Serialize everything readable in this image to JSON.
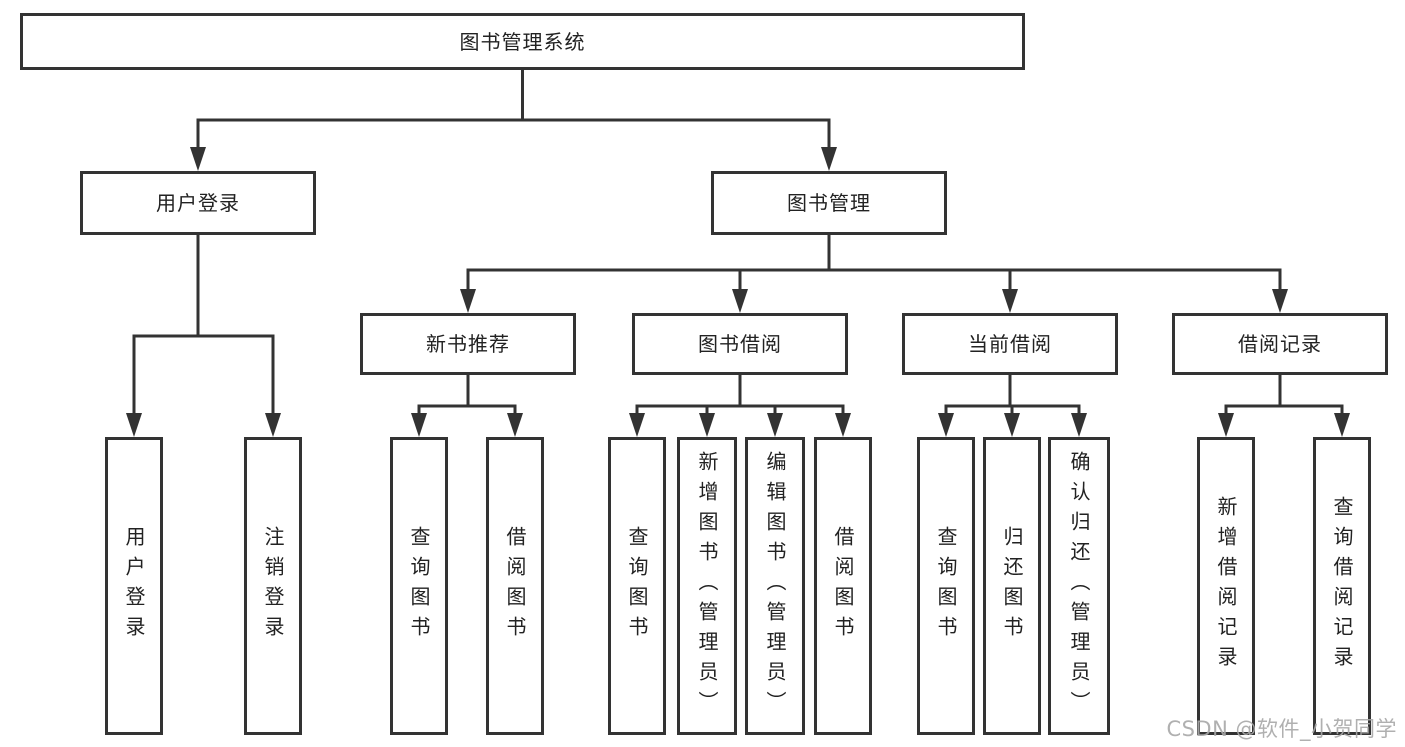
{
  "page": {
    "background": "#ffffff"
  },
  "diagram": {
    "title": "图书管理系统",
    "nodes": {
      "root": "图书管理系统",
      "login": "用户登录",
      "mgmt": "图书管理",
      "login_user": "用户登录",
      "login_logout": "注销登录",
      "rec": "新书推荐",
      "borrow": "图书借阅",
      "current": "当前借阅",
      "records": "借阅记录",
      "rec_query": "查询图书",
      "rec_borrow": "借阅图书",
      "borrow_query": "查询图书",
      "borrow_add": "新增图书（管理员）",
      "borrow_edit": "编辑图书（管理员）",
      "borrow_borrow": "借阅图书",
      "cur_query": "查询图书",
      "cur_return": "归还图书",
      "cur_confirm": "确认归还（管理员）",
      "rec_add_record": "新增借阅记录",
      "rec_query_record": "查询借阅记录"
    },
    "hierarchy": {
      "图书管理系统": {
        "用户登录": [
          "用户登录",
          "注销登录"
        ],
        "图书管理": {
          "新书推荐": [
            "查询图书",
            "借阅图书"
          ],
          "图书借阅": [
            "查询图书",
            "新增图书（管理员）",
            "编辑图书（管理员）",
            "借阅图书"
          ],
          "当前借阅": [
            "查询图书",
            "归还图书",
            "确认归还（管理员）"
          ],
          "借阅记录": [
            "新增借阅记录",
            "查询借阅记录"
          ]
        }
      }
    },
    "colors": {
      "line": "#333333",
      "box_border": "#333333",
      "box_fill": "#ffffff",
      "text": "#222222"
    }
  },
  "watermark": {
    "text": "CSDN @软件_小贺同学",
    "color": "#a8a8a8"
  }
}
